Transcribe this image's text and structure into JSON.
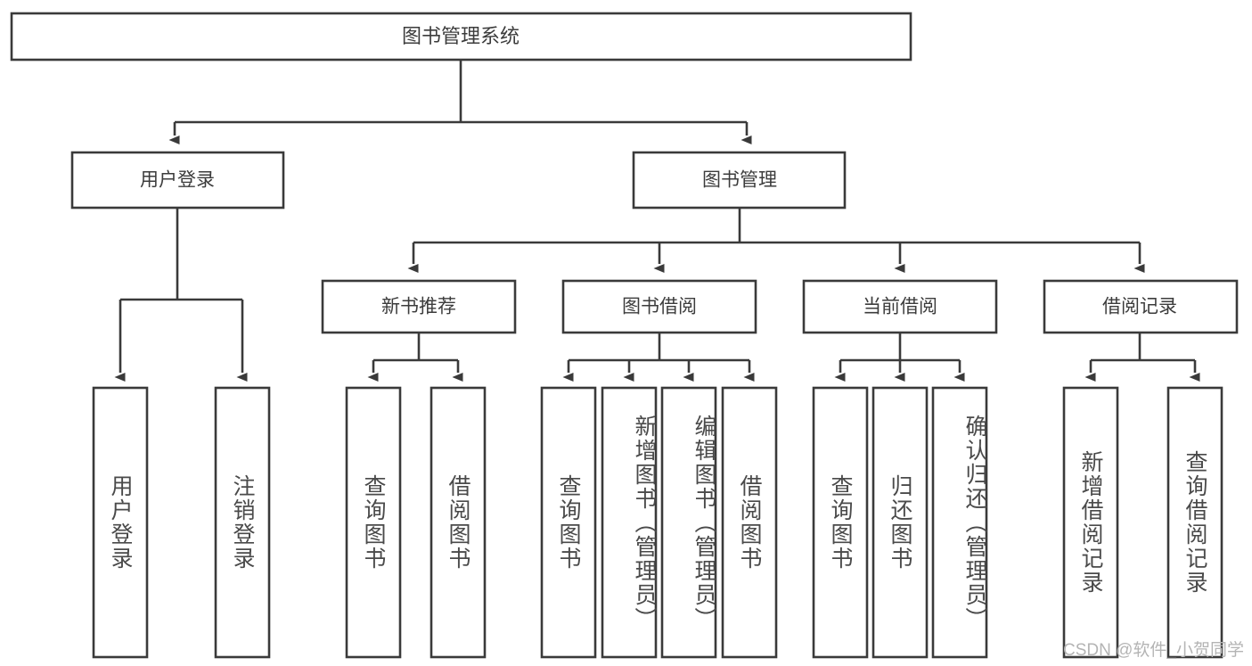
{
  "diagram": {
    "type": "tree-hierarchy",
    "orientation": "top-down",
    "root": {
      "id": "root",
      "label": "图书管理系统"
    },
    "level1": [
      {
        "id": "user-login",
        "label": "用户登录"
      },
      {
        "id": "book-manage",
        "label": "图书管理"
      }
    ],
    "level2": [
      {
        "id": "new-book-rec",
        "label": "新书推荐",
        "parent": "book-manage"
      },
      {
        "id": "book-borrow",
        "label": "图书借阅",
        "parent": "book-manage"
      },
      {
        "id": "current-borrow",
        "label": "当前借阅",
        "parent": "book-manage"
      },
      {
        "id": "borrow-record",
        "label": "借阅记录",
        "parent": "book-manage"
      }
    ],
    "leaves": [
      {
        "id": "leaf-user-login",
        "label": "用户登录",
        "parent": "user-login"
      },
      {
        "id": "leaf-logout",
        "label": "注销登录",
        "parent": "user-login"
      },
      {
        "id": "leaf-query-book-1",
        "label": "查询图书",
        "parent": "new-book-rec"
      },
      {
        "id": "leaf-borrow-book-1",
        "label": "借阅图书",
        "parent": "new-book-rec"
      },
      {
        "id": "leaf-query-book-2",
        "label": "查询图书",
        "parent": "book-borrow"
      },
      {
        "id": "leaf-add-book",
        "label": "新增图书（管理员）",
        "parent": "book-borrow"
      },
      {
        "id": "leaf-edit-book",
        "label": "编辑图书（管理员）",
        "parent": "book-borrow"
      },
      {
        "id": "leaf-borrow-book-2",
        "label": "借阅图书",
        "parent": "book-borrow"
      },
      {
        "id": "leaf-query-book-3",
        "label": "查询图书",
        "parent": "current-borrow"
      },
      {
        "id": "leaf-return-book",
        "label": "归还图书",
        "parent": "current-borrow"
      },
      {
        "id": "leaf-confirm-return",
        "label": "确认归还（管理员）",
        "parent": "current-borrow"
      },
      {
        "id": "leaf-add-record",
        "label": "新增借阅记录",
        "parent": "borrow-record"
      },
      {
        "id": "leaf-query-record",
        "label": "查询借阅记录",
        "parent": "borrow-record"
      }
    ]
  },
  "watermark": {
    "text": "CSDN @软件_小贺同学"
  },
  "colors": {
    "stroke": "#3a3a3a",
    "fill": "#ffffff",
    "text": "#4a4a4a",
    "watermark": "#b4b4b4"
  }
}
